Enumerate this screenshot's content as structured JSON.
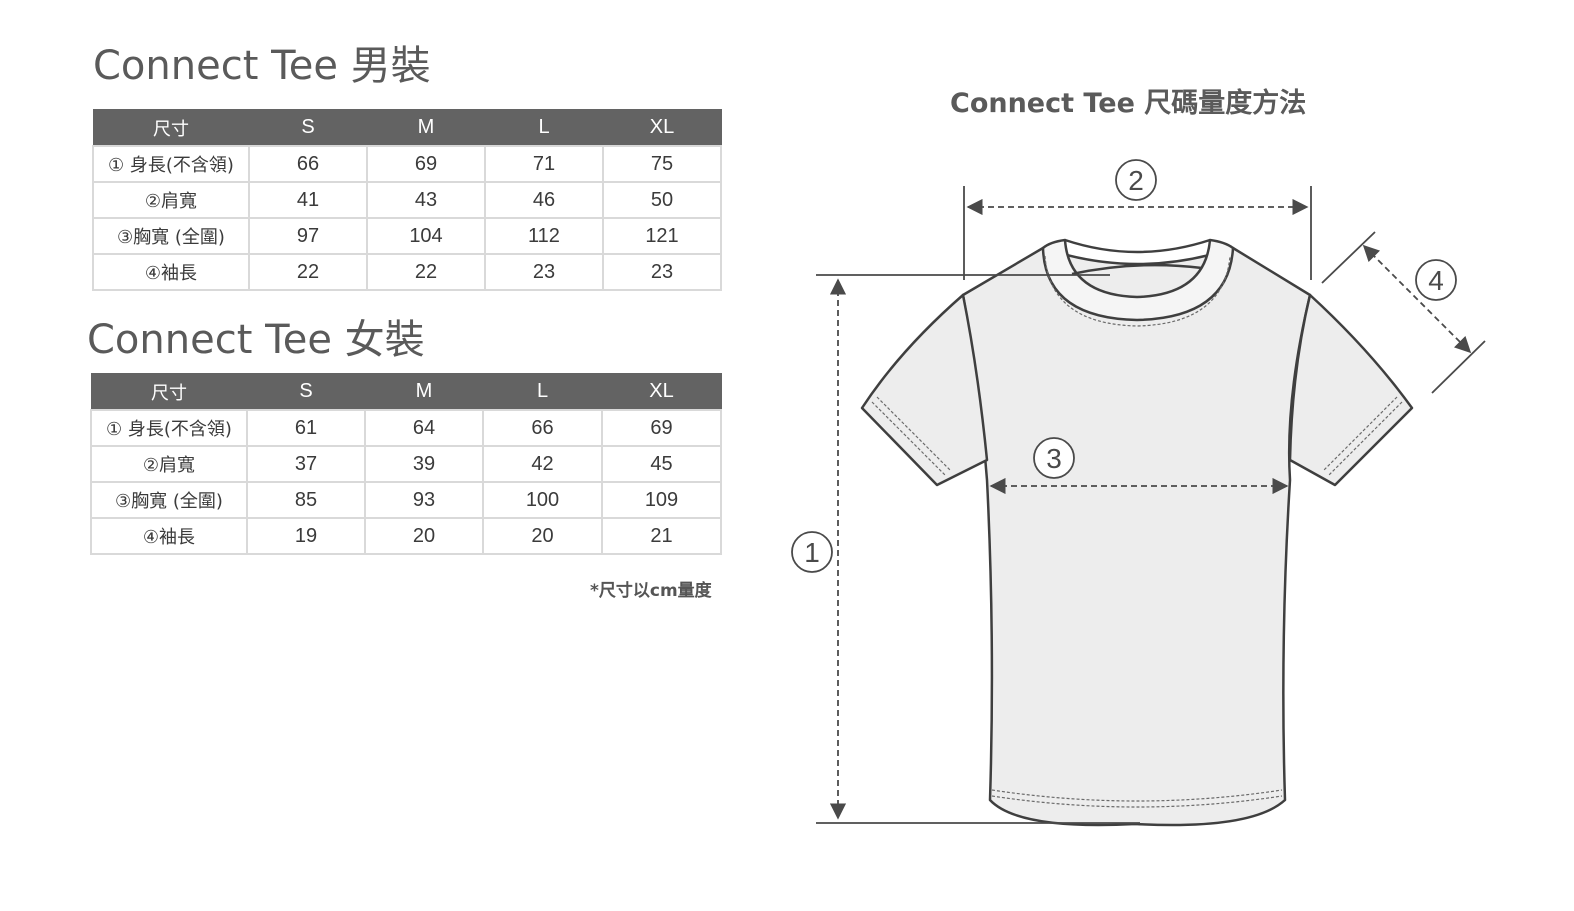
{
  "men": {
    "title": "Connect Tee 男裝",
    "headers": [
      "尺寸",
      "S",
      "M",
      "L",
      "XL"
    ],
    "rows": [
      {
        "label": "① 身長(不含領)",
        "values": [
          "66",
          "69",
          "71",
          "75"
        ]
      },
      {
        "label": "②肩寬",
        "values": [
          "41",
          "43",
          "46",
          "50"
        ]
      },
      {
        "label": "③胸寬 (全圍)",
        "values": [
          "97",
          "104",
          "112",
          "121"
        ]
      },
      {
        "label": "④袖長",
        "values": [
          "22",
          "22",
          "23",
          "23"
        ]
      }
    ]
  },
  "women": {
    "title": "Connect Tee 女裝",
    "headers": [
      "尺寸",
      "S",
      "M",
      "L",
      "XL"
    ],
    "rows": [
      {
        "label": "① 身長(不含領)",
        "values": [
          "61",
          "64",
          "66",
          "69"
        ]
      },
      {
        "label": "②肩寬",
        "values": [
          "37",
          "39",
          "42",
          "45"
        ]
      },
      {
        "label": "③胸寬 (全圍)",
        "values": [
          "85",
          "93",
          "100",
          "109"
        ]
      },
      {
        "label": "④袖長",
        "values": [
          "19",
          "20",
          "20",
          "21"
        ]
      }
    ]
  },
  "note": "*尺寸以cm量度",
  "diagram": {
    "title": "Connect Tee 尺碼量度方法",
    "markers": [
      "1",
      "2",
      "3",
      "4"
    ]
  },
  "colors": {
    "header_bg": "#636363",
    "border": "#d9d9d9",
    "shirt_fill": "#ededed",
    "outline": "#3f3f3f"
  }
}
